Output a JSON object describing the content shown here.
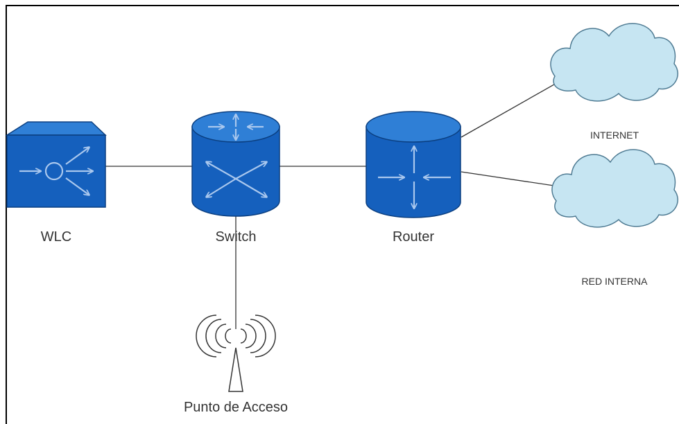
{
  "nodes": {
    "wlc": {
      "label": "WLC",
      "icon": "wireless-lan-controller-icon"
    },
    "switch": {
      "label": "Switch",
      "icon": "multilayer-switch-icon"
    },
    "router": {
      "label": "Router",
      "icon": "router-icon"
    },
    "access_point": {
      "label": "Punto de Acceso",
      "icon": "wireless-access-point-icon"
    },
    "internet": {
      "label": "INTERNET",
      "icon": "cloud-icon"
    },
    "internal_network": {
      "label": "RED INTERNA",
      "icon": "cloud-icon"
    }
  },
  "links": [
    {
      "from": "WLC",
      "to": "Switch"
    },
    {
      "from": "Switch",
      "to": "Router"
    },
    {
      "from": "Switch",
      "to": "Punto de Acceso"
    },
    {
      "from": "Router",
      "to": "INTERNET"
    },
    {
      "from": "Router",
      "to": "RED INTERNA"
    }
  ],
  "colors": {
    "device_fill": "#1560bd",
    "device_top": "#2f7fd6",
    "device_stroke": "#0b3f80",
    "arrow": "#aac8ee",
    "cloud_fill": "#c6e5f2",
    "cloud_stroke": "#4f7b93",
    "link": "#333333"
  }
}
